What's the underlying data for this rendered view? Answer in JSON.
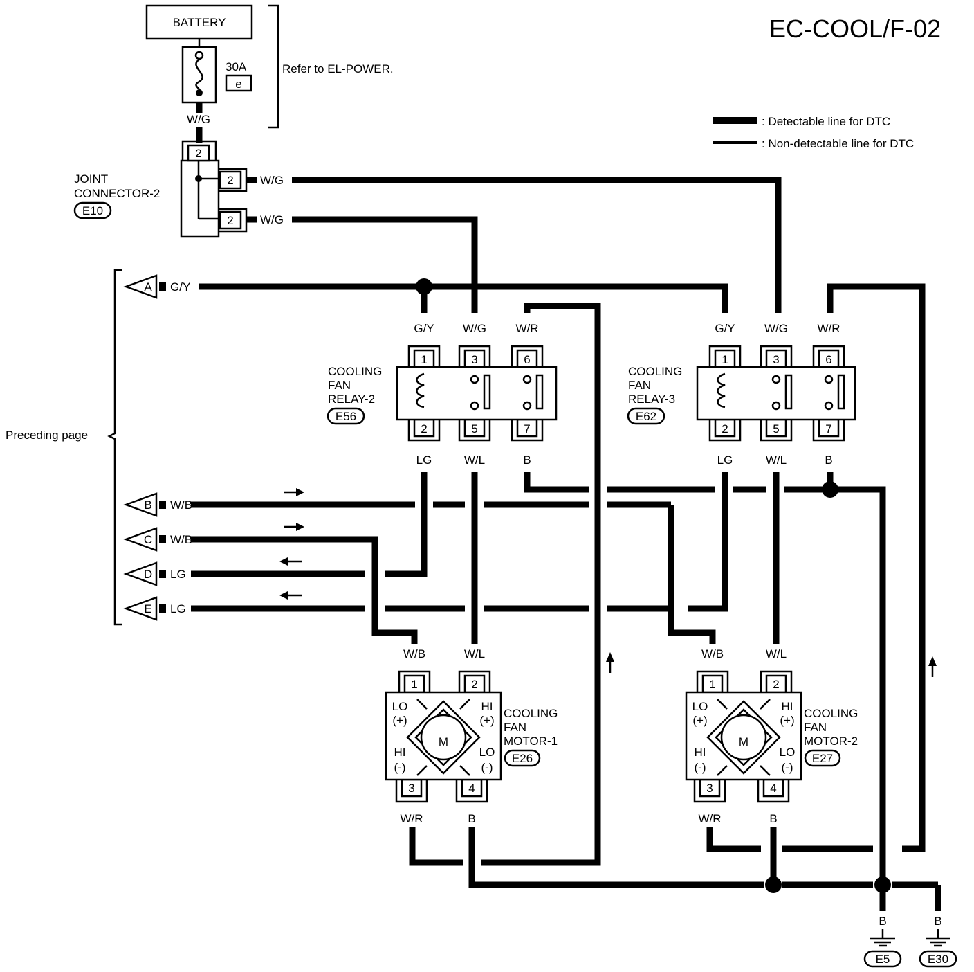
{
  "title": "EC-COOL/F-02",
  "battery": {
    "label": "BATTERY",
    "fuse_rating": "30A",
    "fuse_id": "e",
    "wire": "W/G",
    "note": "Refer to EL-POWER."
  },
  "legend": {
    "detectable": ": Detectable line for DTC",
    "non_detectable": ": Non-detectable line for DTC"
  },
  "joint": {
    "label_line1": "JOINT",
    "label_line2": "CONNECTOR-2",
    "code": "E10",
    "pin_in": "2",
    "pin_out1": "2",
    "pin_out2": "2",
    "wire1": "W/G",
    "wire2": "W/G"
  },
  "side": {
    "label": "Preceding page"
  },
  "connectors": [
    {
      "id": "A",
      "wire": "G/Y"
    },
    {
      "id": "B",
      "wire": "W/B"
    },
    {
      "id": "C",
      "wire": "W/B"
    },
    {
      "id": "D",
      "wire": "LG"
    },
    {
      "id": "E",
      "wire": "LG"
    }
  ],
  "relay2": {
    "line1": "COOLING",
    "line2": "FAN",
    "line3": "RELAY-2",
    "code": "E56",
    "top_pins": [
      "1",
      "3",
      "6"
    ],
    "bottom_pins": [
      "2",
      "5",
      "7"
    ],
    "top_wires": [
      "G/Y",
      "W/G",
      "W/R"
    ],
    "bottom_wires": [
      "LG",
      "W/L",
      "B"
    ]
  },
  "relay3": {
    "line1": "COOLING",
    "line2": "FAN",
    "line3": "RELAY-3",
    "code": "E62",
    "top_pins": [
      "1",
      "3",
      "6"
    ],
    "bottom_pins": [
      "2",
      "5",
      "7"
    ],
    "top_wires": [
      "G/Y",
      "W/G",
      "W/R"
    ],
    "bottom_wires": [
      "LG",
      "W/L",
      "B"
    ]
  },
  "motor1": {
    "line1": "COOLING",
    "line2": "FAN",
    "line3": "MOTOR-1",
    "code": "E26",
    "top_pins": [
      "1",
      "2"
    ],
    "bottom_pins": [
      "3",
      "4"
    ],
    "top_wires": [
      "W/B",
      "W/L"
    ],
    "bottom_wires": [
      "W/R",
      "B"
    ],
    "lo": "LO",
    "hi": "HI",
    "plus": "(+)",
    "minus": "(-)",
    "m": "M"
  },
  "motor2": {
    "line1": "COOLING",
    "line2": "FAN",
    "line3": "MOTOR-2",
    "code": "E27",
    "top_pins": [
      "1",
      "2"
    ],
    "bottom_pins": [
      "3",
      "4"
    ],
    "top_wires": [
      "W/B",
      "W/L"
    ],
    "bottom_wires": [
      "W/R",
      "B"
    ],
    "lo": "LO",
    "hi": "HI",
    "plus": "(+)",
    "minus": "(-)",
    "m": "M"
  },
  "grounds": [
    {
      "wire": "B",
      "code": "E5"
    },
    {
      "wire": "B",
      "code": "E30"
    }
  ]
}
